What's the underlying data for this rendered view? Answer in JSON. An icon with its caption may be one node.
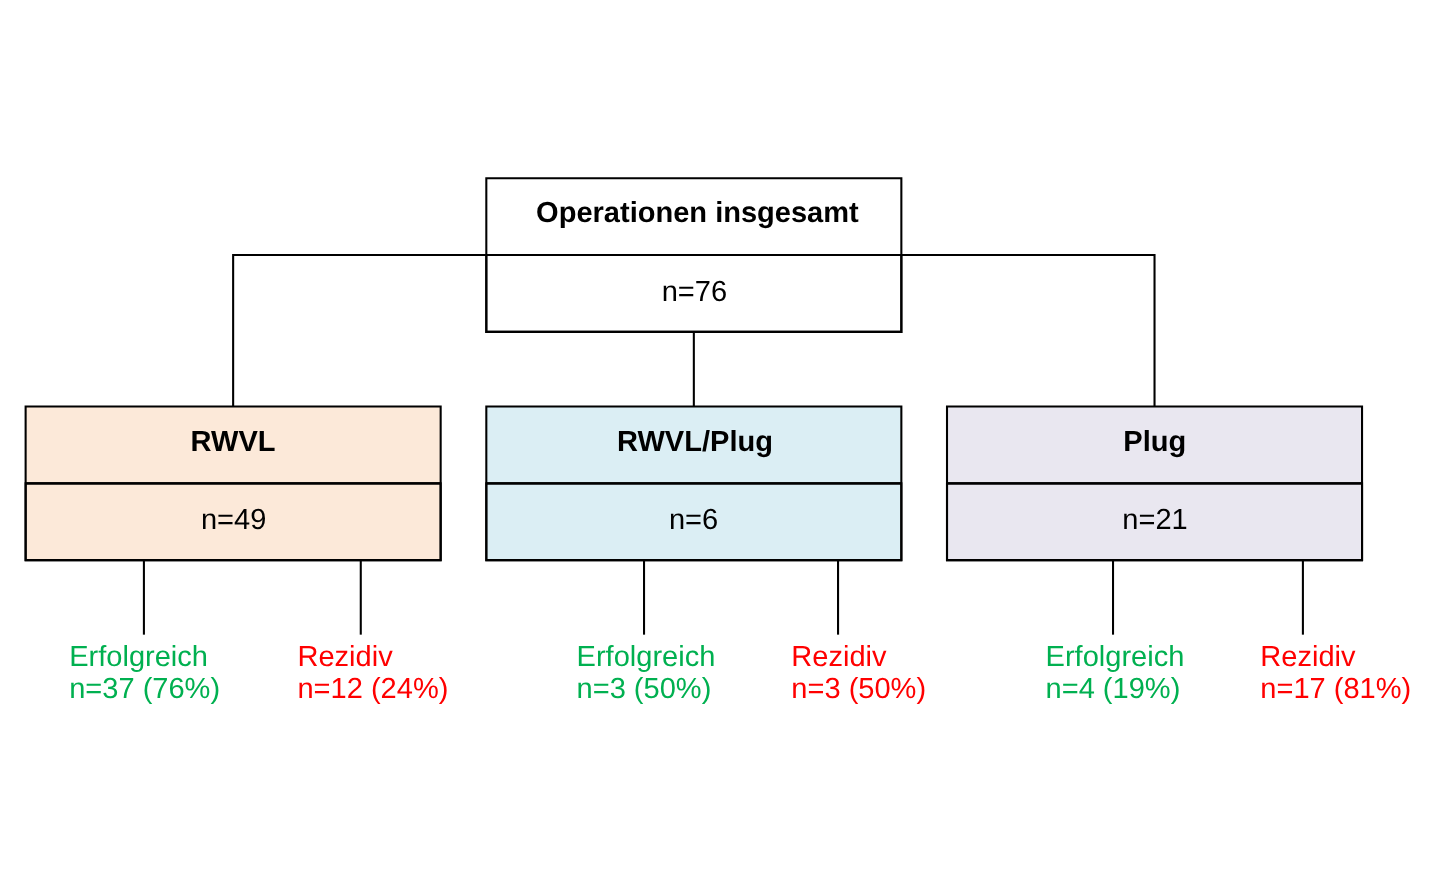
{
  "diagram": {
    "nodes": [
      {
        "text": [
          "Operationen insgesamt",
          "n=76"
        ]
      },
      {
        "text": [
          "RWVL",
          "n=49"
        ]
      },
      {
        "text": [
          "RWVL/Plug",
          "n=6"
        ]
      },
      {
        "text": [
          "Plug",
          "n=21"
        ]
      },
      {
        "text": [
          "Erfolgreich",
          "n=37 (76%)"
        ]
      },
      {
        "text": [
          "Rezidiv",
          "n=12 (24%)"
        ]
      },
      {
        "text": [
          "Erfolgreich",
          "n=3 (50%)"
        ]
      },
      {
        "text": [
          "Rezidiv",
          "n=3 (50%)"
        ]
      },
      {
        "text": [
          "Erfolgreich",
          "n=4 (19%)"
        ]
      },
      {
        "text": [
          "Rezidiv",
          "n=17 (81%)"
        ]
      }
    ],
    "edges": [
      {
        "from": 0,
        "to": 1,
        "arrow": "none"
      },
      {
        "from": 0,
        "to": 2,
        "arrow": "none"
      },
      {
        "from": 0,
        "to": 3,
        "arrow": "none"
      },
      {
        "from": 1,
        "to": 4,
        "arrow": "none"
      },
      {
        "from": 1,
        "to": 5,
        "arrow": "none"
      },
      {
        "from": 2,
        "to": 6,
        "arrow": "none"
      },
      {
        "from": 2,
        "to": 7,
        "arrow": "none"
      },
      {
        "from": 3,
        "to": 8,
        "arrow": "none"
      },
      {
        "from": 3,
        "to": 9,
        "arrow": "none"
      }
    ]
  }
}
